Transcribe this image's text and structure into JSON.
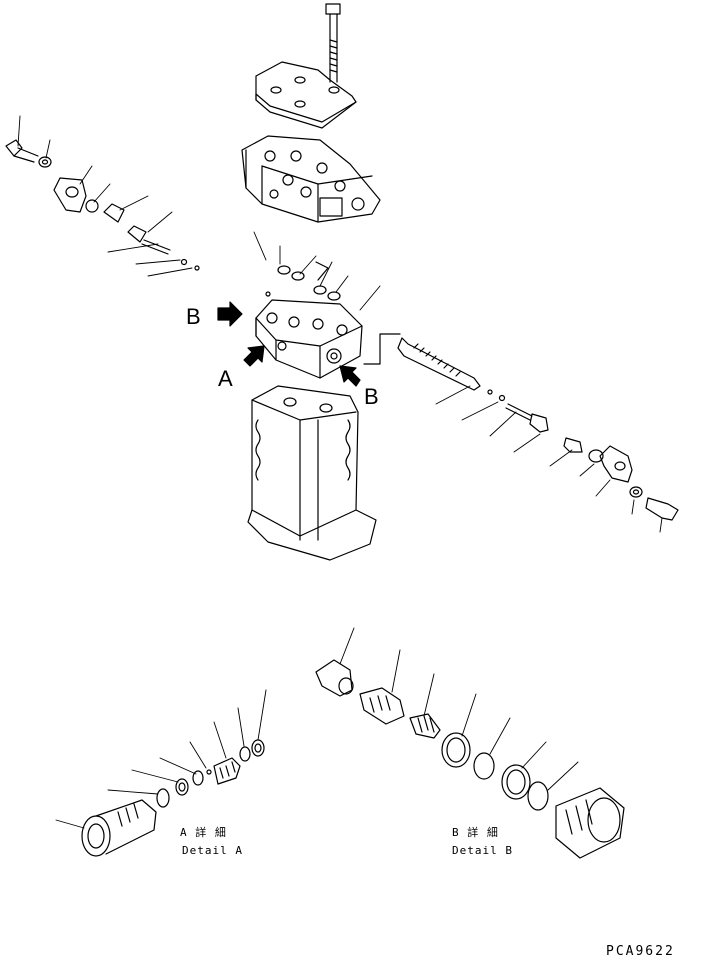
{
  "figure_code": "PCA9622",
  "callouts": {
    "b_left": "B",
    "a_left": "A",
    "b_right": "B"
  },
  "detail_a": {
    "title_jp": "A 詳 細",
    "title_en": "Detail A"
  },
  "detail_b": {
    "title_jp": "B 詳 細",
    "title_en": "Detail B"
  },
  "colors": {
    "line": "#000000",
    "background": "#ffffff"
  }
}
